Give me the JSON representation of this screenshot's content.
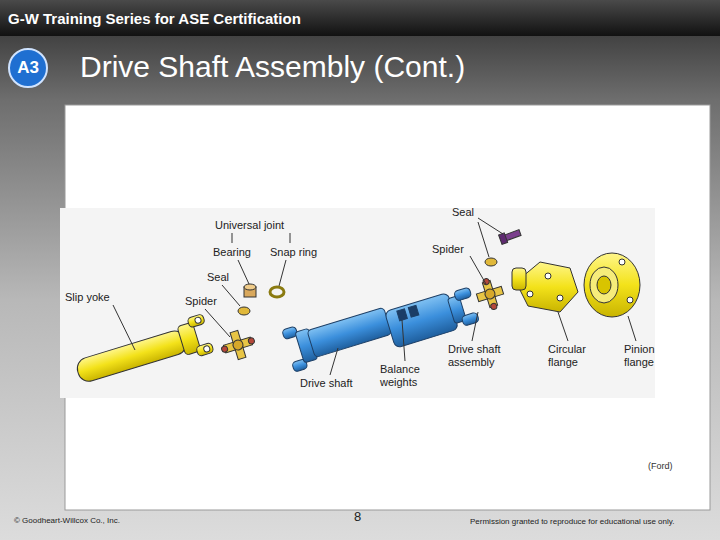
{
  "diagram": {
    "title": "Drive Shaft Assembly (Cont.)",
    "nodes": [
      {
        "text": [
          "G-W Training Series for ASE Certification"
        ]
      },
      {
        "text": [
          "A3"
        ]
      }
    ],
    "labels": [
      "Seal",
      "Universal joint",
      "Spider",
      "Bearing",
      "Snap ring",
      "Seal",
      "Slip yoke",
      "Spider",
      "Drive shaft assembly",
      "Circular flange",
      "Pinion flange",
      "Balance weights",
      "Drive shaft",
      "(Ford)",
      "© Goodheart-Willcox Co., Inc.",
      "8",
      "Permission granted to reproduce for educational use only."
    ]
  }
}
